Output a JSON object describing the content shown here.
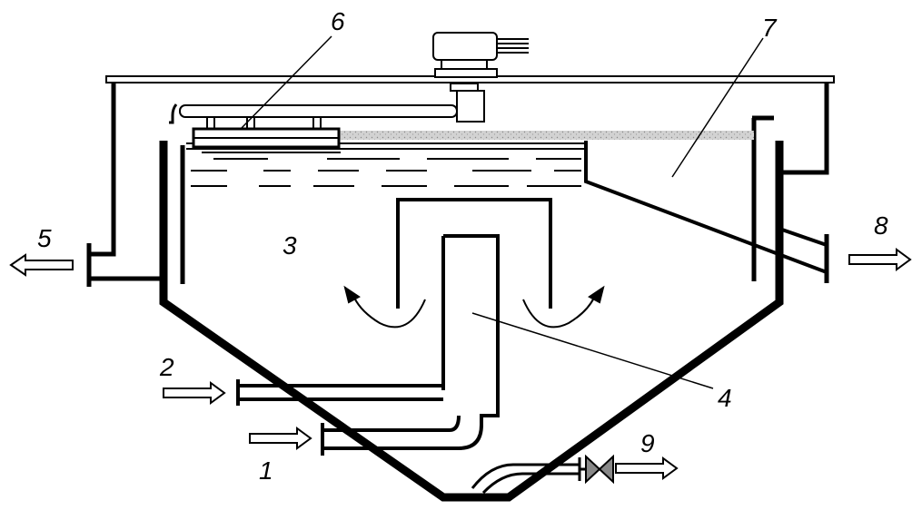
{
  "diagram": {
    "labels": {
      "n1": "1",
      "n2": "2",
      "n3": "3",
      "n4": "4",
      "n5": "5",
      "n6": "6",
      "n7": "7",
      "n8": "8",
      "n9": "9"
    }
  }
}
